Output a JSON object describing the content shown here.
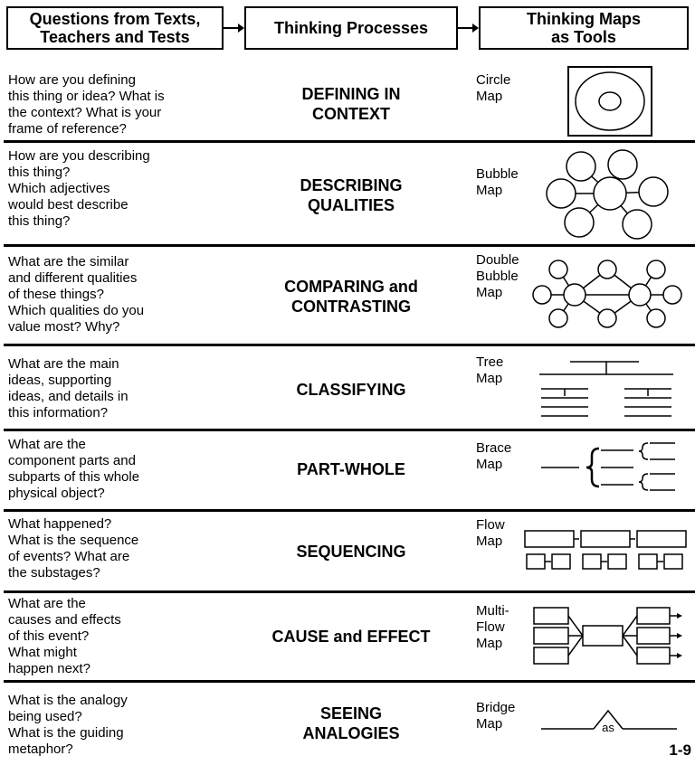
{
  "header": {
    "col1": "Questions from Texts,\nTeachers and Tests",
    "col2": "Thinking Processes",
    "col3": "Thinking Maps\nas Tools"
  },
  "rows": [
    {
      "question": "How are you defining\nthis thing or idea? What is\nthe context? What is your\nframe of reference?",
      "process": "DEFINING IN\nCONTEXT",
      "map": "Circle\nMap",
      "icon": "circle-map-icon"
    },
    {
      "question": "How are you describing\nthis thing?\nWhich adjectives\nwould best describe\nthis thing?",
      "process": "DESCRIBING\nQUALITIES",
      "map": "Bubble\nMap",
      "icon": "bubble-map-icon"
    },
    {
      "question": "What are the similar\nand different qualities\nof these things?\nWhich qualities do you\nvalue most?  Why?",
      "process": "COMPARING and\nCONTRASTING",
      "map": "Double\nBubble\nMap",
      "icon": "double-bubble-map-icon"
    },
    {
      "question": "What are the main\nideas, supporting\nideas, and details in\nthis information?",
      "process": "CLASSIFYING",
      "map": "Tree\nMap",
      "icon": "tree-map-icon"
    },
    {
      "question": "What are the\ncomponent parts and\nsubparts of this whole\nphysical object?",
      "process": "PART-WHOLE",
      "map": "Brace\nMap",
      "icon": "brace-map-icon"
    },
    {
      "question": "What happened?\nWhat is the sequence\nof events? What are\nthe substages?",
      "process": "SEQUENCING",
      "map": "Flow\nMap",
      "icon": "flow-map-icon"
    },
    {
      "question": "What are the\ncauses and effects\nof this event?\nWhat might\nhappen next?",
      "process": "CAUSE and EFFECT",
      "map": "Multi-\nFlow\nMap",
      "icon": "multi-flow-map-icon"
    },
    {
      "question": "What is the analogy\nbeing used?\nWhat is the guiding\nmetaphor?",
      "process": "SEEING\nANALOGIES",
      "map": "Bridge\nMap",
      "icon": "bridge-map-icon",
      "bridge_word": "as"
    }
  ],
  "page_number": "1-9"
}
